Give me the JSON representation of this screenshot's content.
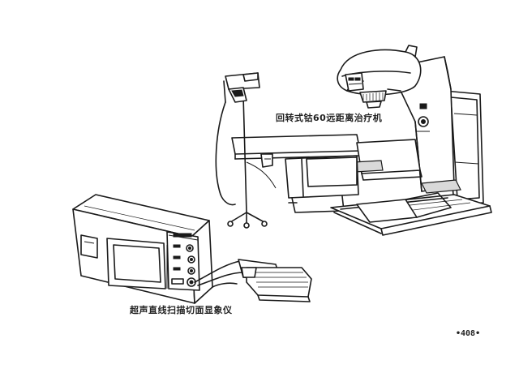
{
  "labels": {
    "cobalt_machine": "回转式钴60远距离治疗机",
    "ultrasound_device": "超声直线扫描切面显象仪"
  },
  "page_number": "•408•"
}
